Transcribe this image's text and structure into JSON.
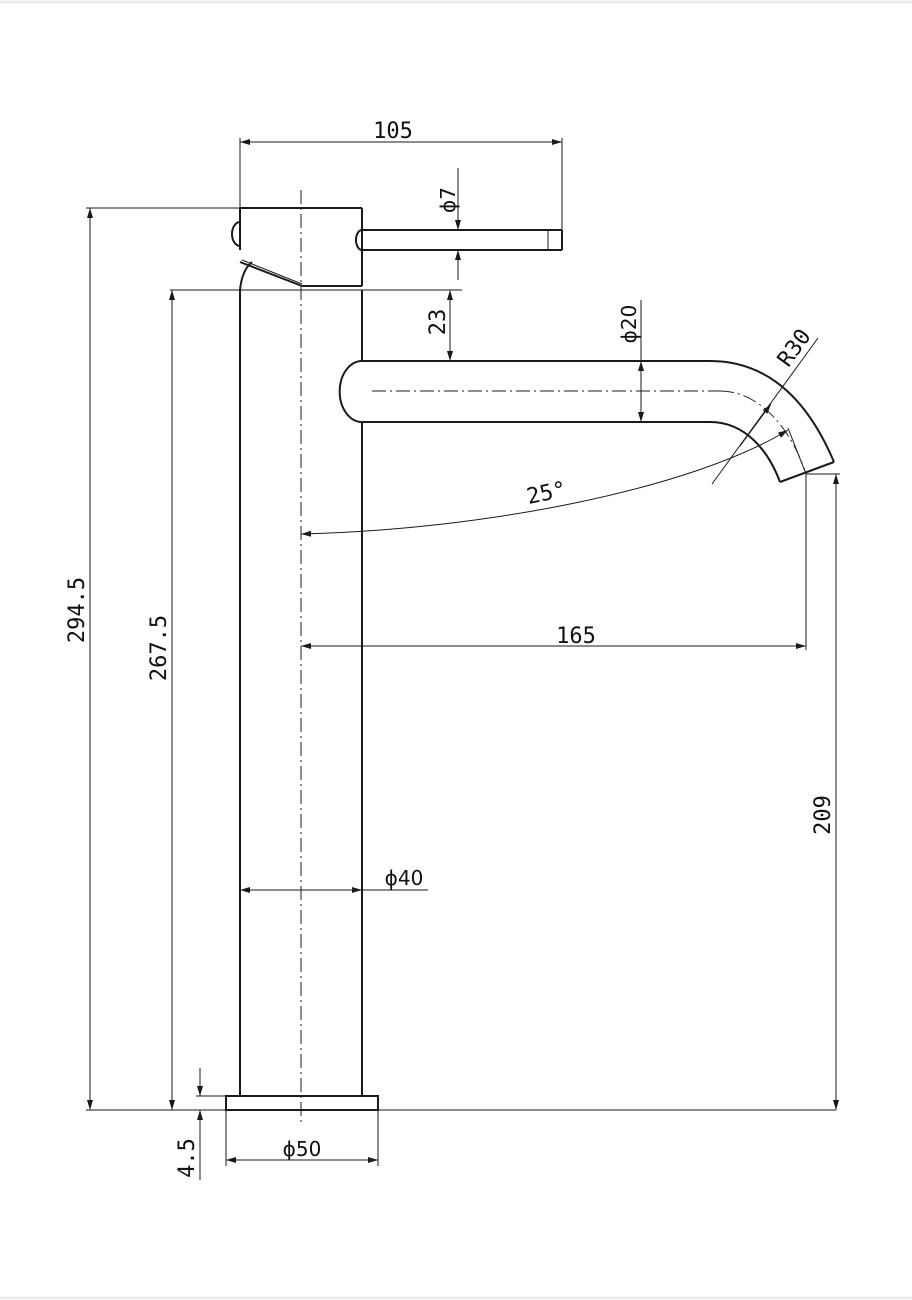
{
  "dimensions": {
    "handle_length": "105",
    "handle_diameter": "ϕ7",
    "spout_offset": "23",
    "spout_diameter": "ϕ20",
    "spout_radius": "R30",
    "spout_angle": "25°",
    "spout_reach": "165",
    "spout_outlet_height": "209",
    "body_diameter": "ϕ40",
    "base_diameter": "ϕ50",
    "base_thickness": "4.5",
    "total_height": "294.5",
    "body_height": "267.5"
  },
  "colors": {
    "line": "#1a1a1a",
    "background": "#ffffff"
  }
}
